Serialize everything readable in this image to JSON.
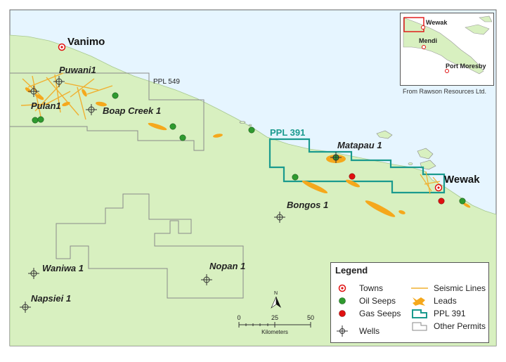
{
  "colors": {
    "land": "#d8f0c0",
    "sea": "#e6f5ff",
    "oil_seep": "#2f9a2f",
    "gas_seep": "#e01010",
    "lead": "#f5a81c",
    "seismic": "#f0b030",
    "ppl391": "#1a9a8e",
    "permit": "#8a8a8a",
    "town": "#e01010"
  },
  "towns": [
    {
      "name": "Vanimo"
    },
    {
      "name": "Wewak"
    }
  ],
  "wells": [
    {
      "name": "Puwani1"
    },
    {
      "name": "Pulan1"
    },
    {
      "name": "Boap Creek 1"
    },
    {
      "name": "Matapau 1"
    },
    {
      "name": "Bongos 1"
    },
    {
      "name": "Waniwa 1"
    },
    {
      "name": "Nopan 1"
    },
    {
      "name": "Napsiei 1"
    }
  ],
  "permits": {
    "ppl549": "PPL 549",
    "ppl391": "PPL 391"
  },
  "scale": {
    "ticks": [
      "0",
      "25",
      "50"
    ],
    "unit": "Kilometers"
  },
  "north_label": "N",
  "inset": {
    "labels": [
      "Wewak",
      "Mendi",
      "Port Moresby"
    ],
    "credit": "From Rawson Resources Ltd."
  },
  "legend": {
    "title": "Legend",
    "items": [
      {
        "label": "Towns",
        "icon": "town-icon"
      },
      {
        "label": "Oil Seeps",
        "icon": "oil-seep-icon"
      },
      {
        "label": "Gas Seeps",
        "icon": "gas-seep-icon"
      },
      {
        "label": "Wells",
        "icon": "well-icon"
      },
      {
        "label": "Seismic Lines",
        "icon": "seismic-line-icon"
      },
      {
        "label": "Leads",
        "icon": "lead-icon"
      },
      {
        "label": "PPL 391",
        "icon": "ppl391-icon"
      },
      {
        "label": "Other Permits",
        "icon": "other-permit-icon"
      }
    ]
  }
}
